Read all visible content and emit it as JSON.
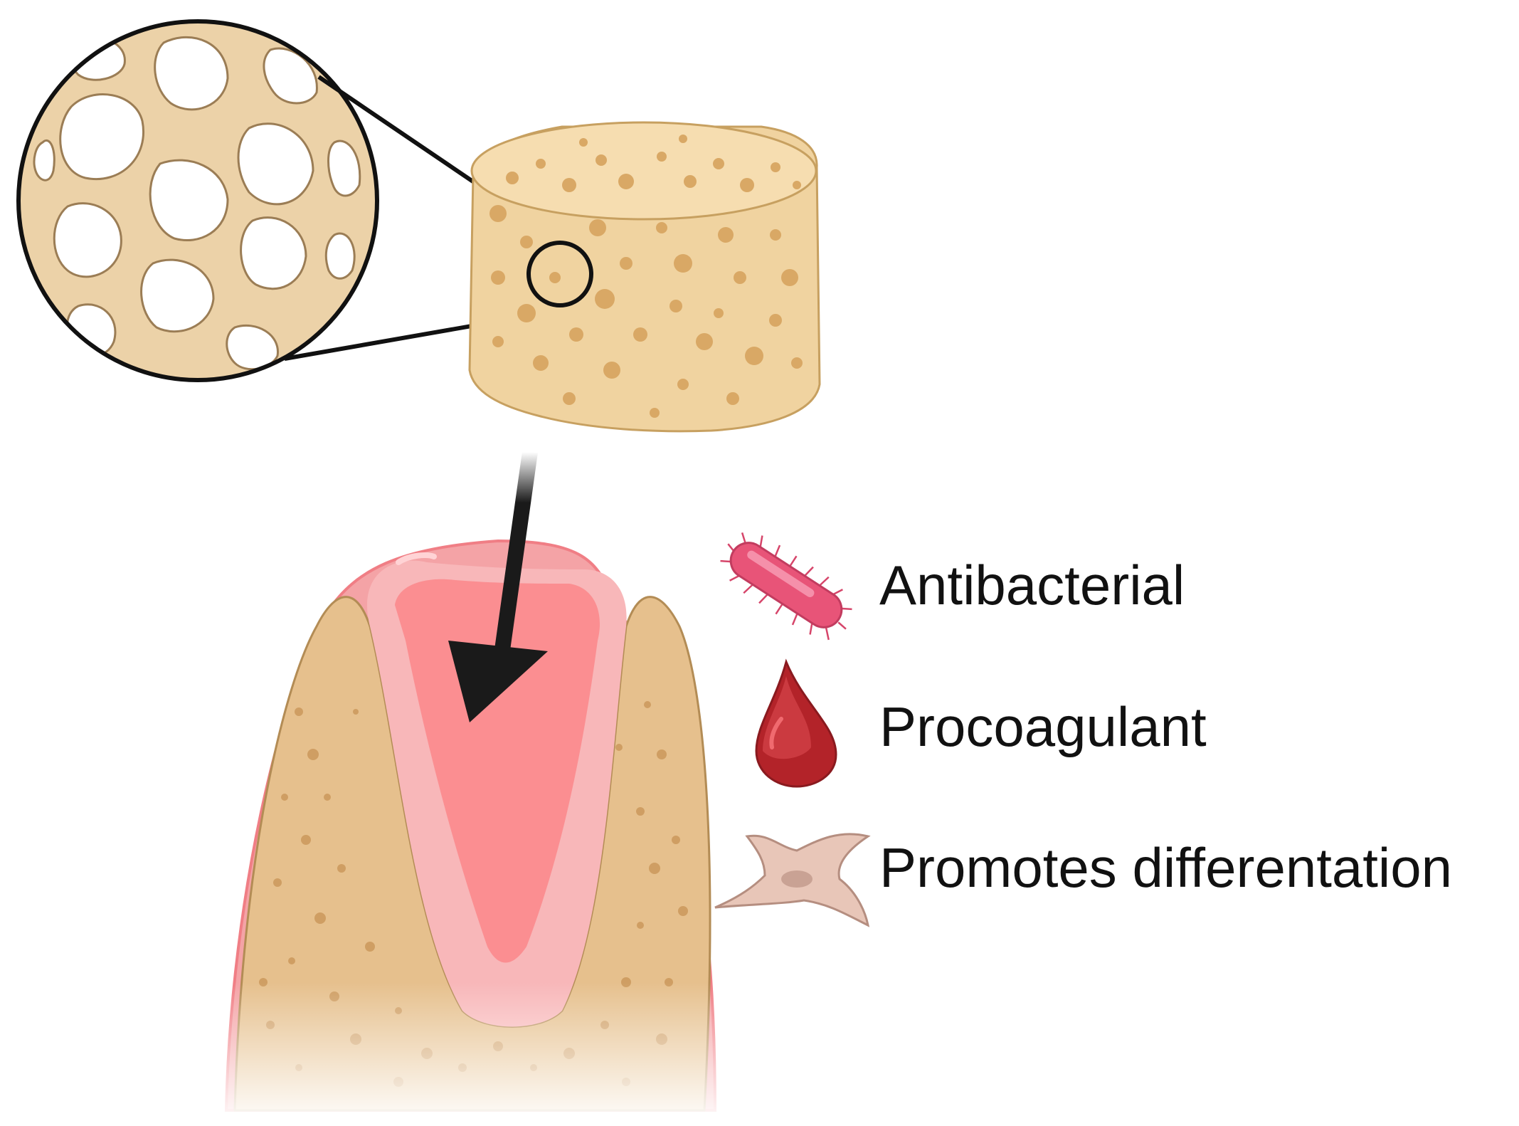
{
  "legend": {
    "items": [
      {
        "label": "Antibacterial",
        "icon": "bacterium-icon"
      },
      {
        "label": "Procoagulant",
        "icon": "blood-drop-icon"
      },
      {
        "label": "Promotes differentation",
        "icon": "cell-icon"
      }
    ]
  },
  "colors": {
    "sponge": "#f0d3a0",
    "sponge_pore": "#d9a865",
    "bone": "#e6c08d",
    "gum": "#f4a3a6",
    "gum_dark": "#f38a8d",
    "bacterium": "#e85478",
    "blood": "#b32329",
    "cell": "#e8c6b8",
    "arrow": "#1a1a1a"
  }
}
